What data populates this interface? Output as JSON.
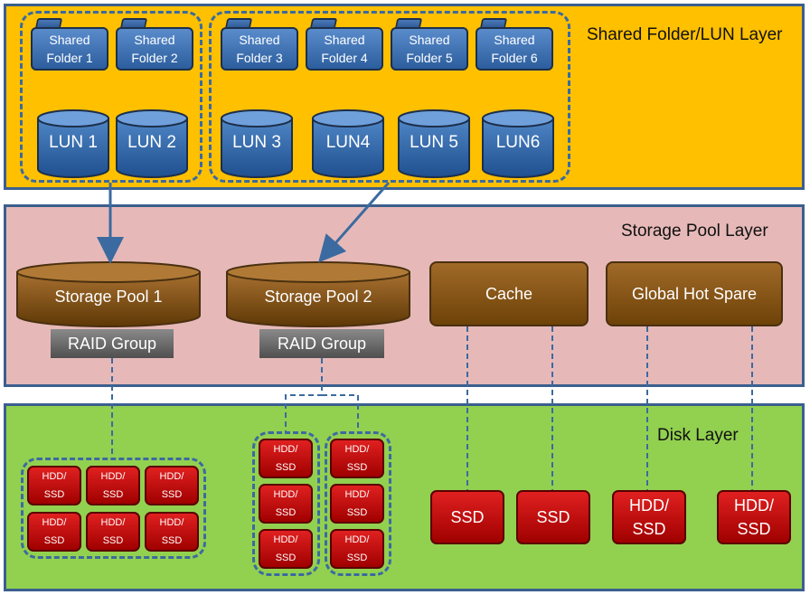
{
  "layers": {
    "shared": "Shared Folder/LUN Layer",
    "pool": "Storage Pool Layer",
    "disk": "Disk Layer"
  },
  "folders": [
    {
      "line1": "Shared",
      "line2": "Folder 1"
    },
    {
      "line1": "Shared",
      "line2": "Folder 2"
    },
    {
      "line1": "Shared",
      "line2": "Folder 3"
    },
    {
      "line1": "Shared",
      "line2": "Folder 4"
    },
    {
      "line1": "Shared",
      "line2": "Folder 5"
    },
    {
      "line1": "Shared",
      "line2": "Folder 6"
    }
  ],
  "luns": [
    "LUN 1",
    "LUN 2",
    "LUN 3",
    "LUN4",
    "LUN 5",
    "LUN6"
  ],
  "pools": [
    "Storage Pool 1",
    "Storage Pool 2"
  ],
  "raid": "RAID  Group",
  "cache": "Cache",
  "hot_spare": "Global Hot Spare",
  "disk_label": {
    "line1": "HDD/",
    "line2": "SSD"
  },
  "ssd_label": "SSD",
  "colors": {
    "shared_layer": "#ffc000",
    "pool_layer": "#e6b9b8",
    "disk_layer": "#92d050",
    "connector": "#3b6aa0",
    "disk": "#c00000",
    "pool": "#8b5a17"
  }
}
